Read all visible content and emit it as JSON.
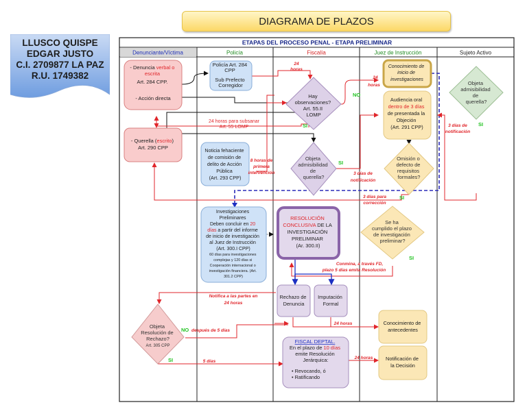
{
  "title": "DIAGRAMA DE PLAZOS",
  "name_card": {
    "lines": [
      "LLUSCO QUISPE",
      "EDGAR JUSTO",
      "C.I. 2709877 LA PAZ",
      "R.U. 1749382"
    ]
  },
  "table": {
    "heading": "ETAPAS DEL PROCESO PENAL - ETAPA PRELIMINAR",
    "columns": [
      {
        "label": "Denunciante/Víctima",
        "color": "#1f2fb8"
      },
      {
        "label": "Policía",
        "color": "#1f8a1f"
      },
      {
        "label": "Fiscalía",
        "color": "#d42020"
      },
      {
        "label": "Juez de Instrucción",
        "color": "#1f8a1f"
      },
      {
        "label": "Sujeto Activo",
        "color": "#222222"
      }
    ]
  },
  "nodes": {
    "denuncia": {
      "l1a": "- Denuncia ",
      "l1b": "verbal o",
      "l2": "escrita",
      "l3": "Art. 284 CPP.",
      "l4": "- Acción directa"
    },
    "querella": {
      "l1a": "- Querella (",
      "l1b": "escrito",
      "l1c": ")",
      "l2": "Art. 290 CPP"
    },
    "policia": {
      "l1": "Policía Art. 284",
      "l2": "CPP",
      "l3": "Sub Prefecto",
      "l4": "Corregidor"
    },
    "noticia": {
      "lines": [
        "Noticia fehaciente",
        "de comisión de",
        "delito de Acción",
        "Pública",
        "(Art. 293 CPP)"
      ]
    },
    "investigaciones": {
      "l1": "Investigaciones",
      "l2": "Preliminares",
      "l3a": "Deben concluir en ",
      "l3b": "20",
      "l4a": "días",
      "l4b": " a partir del informe",
      "l5": "de inicio de investigación",
      "l6": "al Juez de Instrucción",
      "l7": "(Art. 300.I CPP)",
      "small": [
        "60 días para investigaciones",
        "complejas y 120 días si",
        "Cooperación internacional o",
        "investigación financiera. (Art.",
        "301.2 CPP)"
      ]
    },
    "resolucion": {
      "l1": "RESOLUCIÓN",
      "l2a": "CONCLUSIVA",
      "l2b": " DE LA",
      "l3": "INVESTIGACIÓN",
      "l4": "PRELIMINAR",
      "l5": "(Ar. 300.II)"
    },
    "hay_obs": {
      "lines": [
        "Hay",
        "observaciones?",
        "Art. 55.II",
        "LOMP"
      ]
    },
    "objeta_fiscal": {
      "lines": [
        "Objeta",
        "admisibilidad",
        "de",
        "querella?"
      ]
    },
    "conocimiento_inicio": {
      "lines": [
        "Conocimiento de",
        "inicio de",
        "investigaciones"
      ]
    },
    "audiencia": {
      "l1": "Audiencia oral",
      "l2": "dentro de 3 días",
      "l3": "de presentada la",
      "l4": "Objeción",
      "l5": "(Art. 291 CPP)"
    },
    "omision": {
      "lines": [
        "Omisión o",
        "defecto de",
        "requisitos",
        "formales?"
      ]
    },
    "se_ha_cumplido": {
      "lines": [
        "Se ha",
        "cumplido el plazo",
        "de investigación",
        "preliminar?"
      ]
    },
    "objeta_sujeto": {
      "lines": [
        "Objeta",
        "admisibilidad",
        "de",
        "querella?"
      ]
    },
    "rechazo": {
      "lines": [
        "Rechazo de",
        "Denuncia"
      ]
    },
    "imputacion": {
      "lines": [
        "Imputación",
        "Formal"
      ]
    },
    "objeta_rechazo": {
      "lines": [
        "Objeta",
        "Resolución de",
        "Rechazo?"
      ],
      "art": "Art. 305 CPP"
    },
    "fiscal_deptal": {
      "l1": "FISCAL DEPTAL.",
      "l2a": "En el plazo de ",
      "l2b": "10 días",
      "l3": "emite Resolución",
      "l4": "Jerárquica:",
      "bullets": [
        "Revocando, ó",
        "Ratificando"
      ]
    },
    "conocimiento_antecedentes": {
      "lines": [
        "Conocimiento de",
        "antecedentes"
      ]
    },
    "notificacion": {
      "lines": [
        "Notificación de",
        "la Decisión"
      ]
    }
  },
  "labels": {
    "h24_a": [
      "24",
      "horas"
    ],
    "h24_b": [
      "24",
      "horas"
    ],
    "subsanar": [
      "24 horas para subsanar",
      "Art. 55 LOMP"
    ],
    "ocho_horas": [
      "8 horas de",
      "primera",
      "intervención"
    ],
    "tres_dias_notif": [
      "3 días de",
      "notificación"
    ],
    "tres_dias_notif_b": [
      "3 días de",
      "notificación"
    ],
    "tres_dias_corr": [
      "3 días para",
      "corrección"
    ],
    "conmina": [
      "Conmina, a través FD,",
      "plazo 5 días emita Resolución"
    ],
    "notifica": [
      "Notifica a las partes en",
      "24 horas"
    ],
    "despues": "después de 5 días",
    "h24_c": "24 horas",
    "h24_d": "24 horas",
    "cinco_dias": "5 días",
    "si": "SI",
    "no": "NO"
  },
  "colors": {
    "red": "#e0262b",
    "green": "#22c322",
    "blue_dash": "#2a2ab8",
    "arrow_blue": "#1c2fc2"
  }
}
